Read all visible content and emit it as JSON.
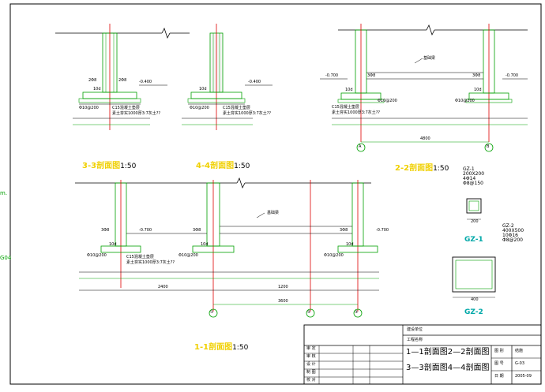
{
  "sections": {
    "s33": {
      "title": "3-3剖面图",
      "scale": "1:50"
    },
    "s44": {
      "title": "4-4剖面图",
      "scale": "1:50"
    },
    "s22": {
      "title": "2-2剖面图",
      "scale": "1:50"
    },
    "s11": {
      "title": "1-1剖面图",
      "scale": "1:50"
    }
  },
  "elev": {
    "e3": "-0.400",
    "e4": "-0.400",
    "e2l": "-0.700",
    "e2r": "-0.700",
    "e1l": "-0.700",
    "e1r": "-0.700"
  },
  "rebar": {
    "r238": "2Φ8",
    "r10d": "10d",
    "r100": "Φ10@200",
    "r328": "3Φ8"
  },
  "notes": {
    "c15": "C15混凝土垫层",
    "c15b": "素土夯实1000厚3:7灰土??"
  },
  "axes": {
    "a": "A",
    "b": "B",
    "a1": "①",
    "a2": "②",
    "a3": "③"
  },
  "dims": {
    "d4800": "4800",
    "d3600": "3600",
    "d2400": "2400",
    "d1200": "1200"
  },
  "beam": {
    "b1": "基础梁",
    "b2": "基础梁"
  },
  "gz1": {
    "name": "GZ-1",
    "l1": "200X200",
    "l2": "4Φ14",
    "l3": "Φ8@150",
    "label": "GZ-1",
    "dim": "200"
  },
  "gz2": {
    "name": "GZ-2",
    "l1": "400X500",
    "l2": "10Φ16",
    "l3": "Φ8@200",
    "label": "GZ-2",
    "dim": "400"
  },
  "titleblock": {
    "project": "建设单位",
    "subproject": "工程名称",
    "drawing_line1": "1—1剖面图2—2剖面图",
    "drawing_line2": "3—3剖面图4—4剖面图",
    "rows": [
      "审 定",
      "审 核",
      "设 计",
      "制 图",
      "校 对"
    ],
    "type_label": "图 别",
    "type_value": "结施",
    "no_label": "图 号",
    "no_value": "G-03",
    "date_label": "日 期",
    "date_value": "2005-09"
  },
  "edge": {
    "left1": "m.",
    "left2": "G04"
  }
}
